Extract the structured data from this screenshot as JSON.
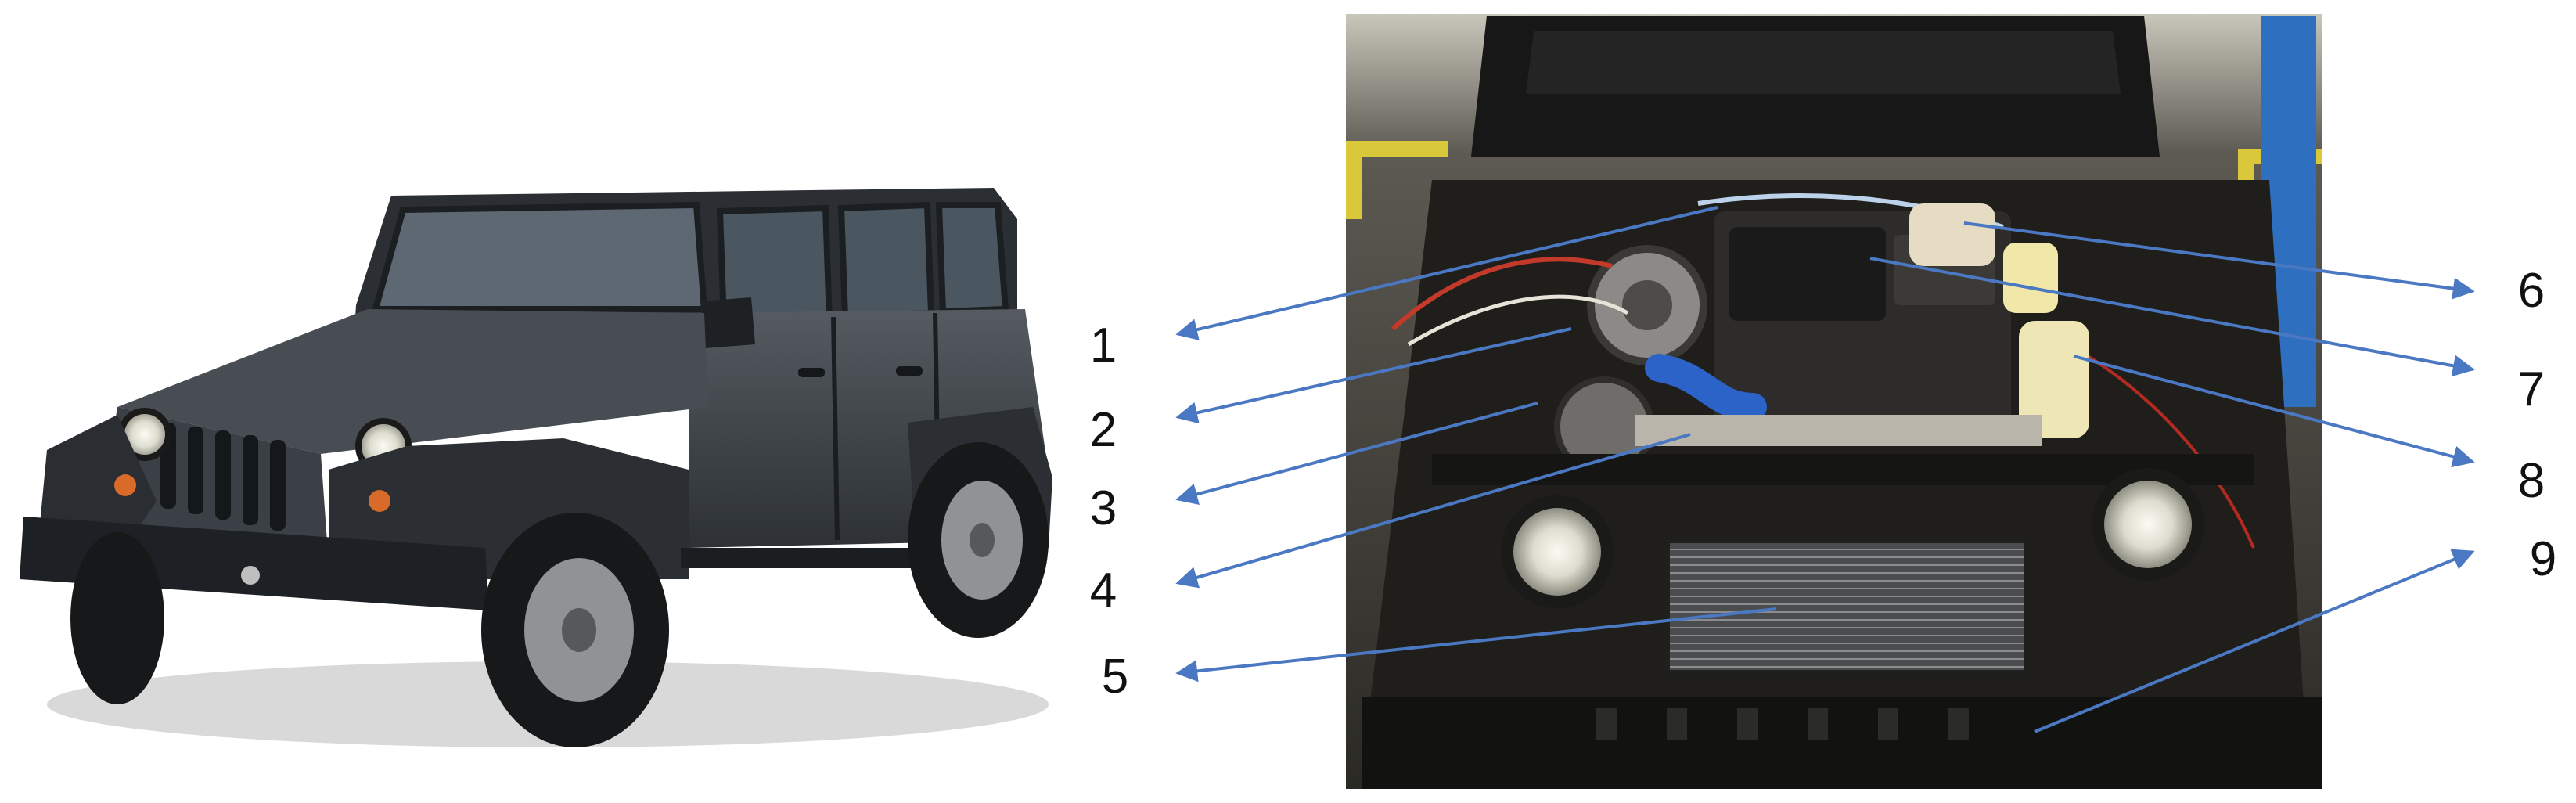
{
  "figure": {
    "photos": [
      {
        "id": "vehicle-photo",
        "subject": "jeep-wrangler-exterior"
      },
      {
        "id": "engine-bay-photo",
        "subject": "engine-bay-with-callouts"
      }
    ],
    "callouts": [
      {
        "number": "1"
      },
      {
        "number": "2"
      },
      {
        "number": "3"
      },
      {
        "number": "4"
      },
      {
        "number": "5"
      },
      {
        "number": "6"
      },
      {
        "number": "7"
      },
      {
        "number": "8"
      },
      {
        "number": "9"
      }
    ],
    "colors": {
      "arrow": "#4a78c2",
      "vehicle_body": "#3a3f44",
      "engine_bay_bg": "#3a3832",
      "floor_marking": "#d8c83a",
      "lift_post": "#2f6fc0",
      "label_text": "#111111"
    },
    "icons": [
      "jeep-icon",
      "headlight-icon",
      "intercooler-icon",
      "turbo-icon",
      "coolant-reservoir-icon"
    ]
  }
}
